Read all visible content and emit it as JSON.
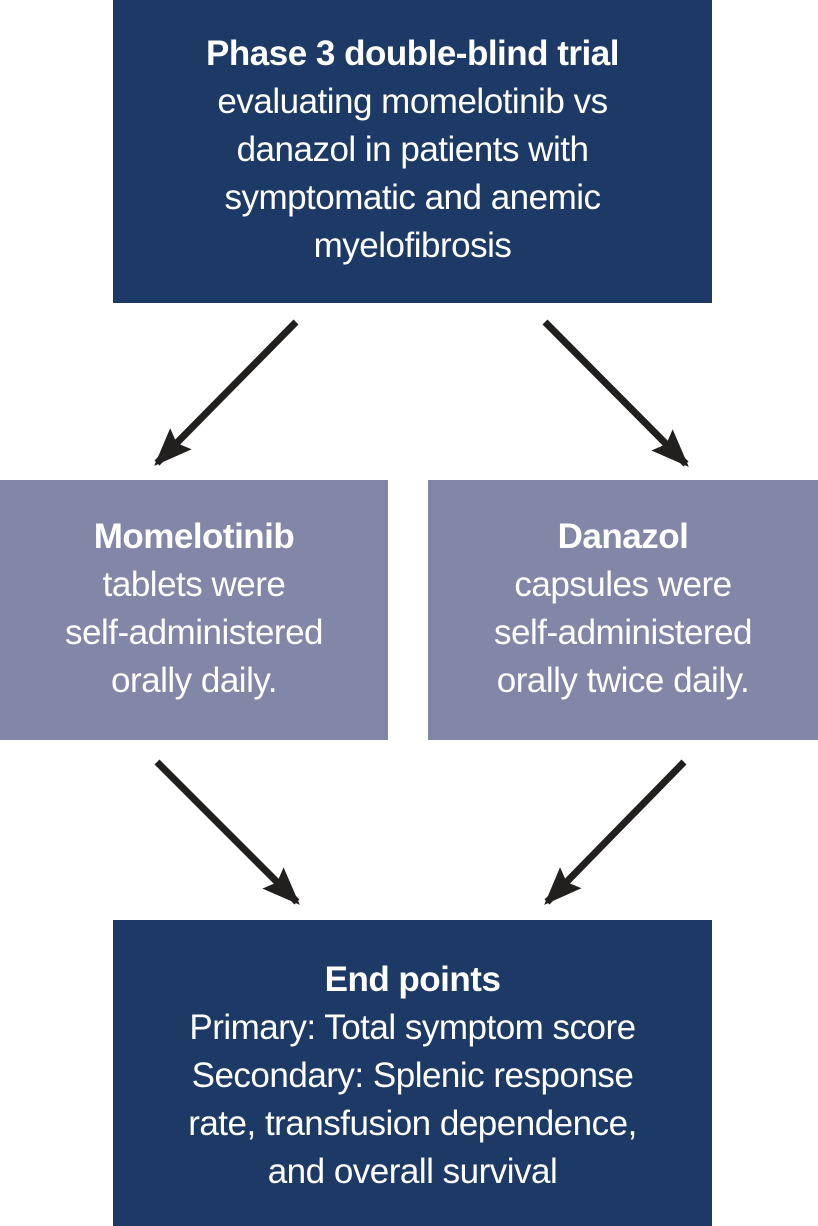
{
  "palette": {
    "navy": "#1d3a66",
    "slate": "#8286a7",
    "arrow": "#221f1f",
    "text": "#ffffff",
    "background": "#ffffff"
  },
  "boxes": {
    "trial": {
      "title": "Phase 3 double-blind trial",
      "lines": [
        "evaluating momelotinib vs",
        "danazol in patients with",
        "symptomatic and anemic",
        "myelofibrosis"
      ]
    },
    "momelotinib": {
      "title": "Momelotinib",
      "lines": [
        "tablets were",
        "self-administered",
        "orally daily."
      ]
    },
    "danazol": {
      "title": "Danazol",
      "lines": [
        "capsules were",
        "self-administered",
        "orally twice daily."
      ]
    },
    "endpoints": {
      "title": "End points",
      "lines": [
        "Primary: Total symptom score",
        "Secondary: Splenic response",
        "rate, transfusion dependence,",
        "and overall survival"
      ]
    }
  }
}
